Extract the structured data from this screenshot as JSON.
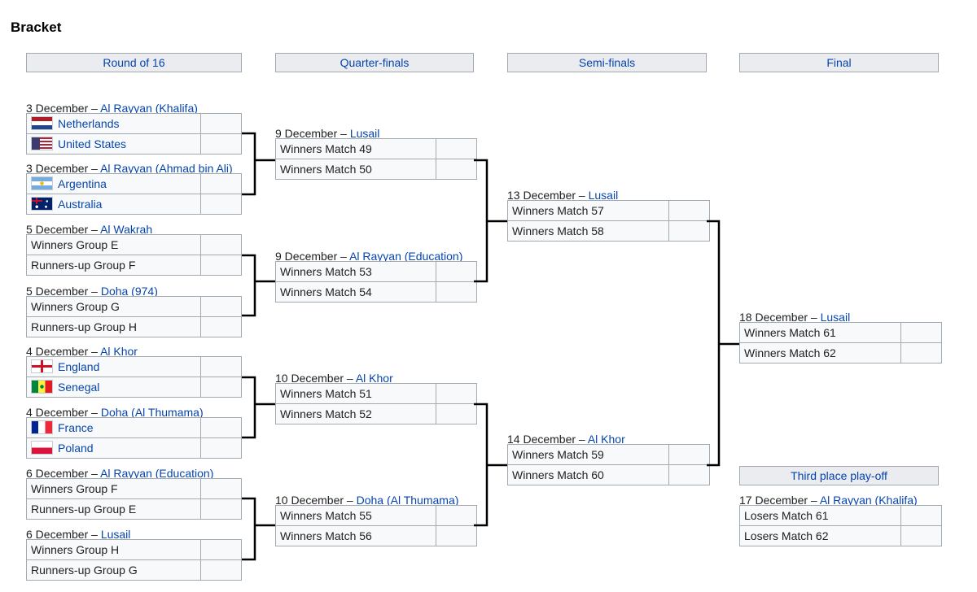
{
  "title": "Bracket",
  "rounds": [
    {
      "label": "Round of 16"
    },
    {
      "label": "Quarter-finals"
    },
    {
      "label": "Semi-finals"
    },
    {
      "label": "Final"
    }
  ],
  "third_place_header": "Third place play-off",
  "matches": [
    {
      "date": "3 December – ",
      "venue": "Al Rayyan (Khalifa)",
      "teams": [
        {
          "name": "Netherlands",
          "flag": "netherlands",
          "link": true
        },
        {
          "name": "United States",
          "flag": "usa",
          "link": true
        }
      ]
    },
    {
      "date": "3 December – ",
      "venue": "Al Rayyan (Ahmad bin Ali)",
      "teams": [
        {
          "name": "Argentina",
          "flag": "argentina",
          "link": true
        },
        {
          "name": "Australia",
          "flag": "australia",
          "link": true
        }
      ]
    },
    {
      "date": "5 December – ",
      "venue": "Al Wakrah",
      "teams": [
        {
          "name": "Winners Group E"
        },
        {
          "name": "Runners-up Group F"
        }
      ]
    },
    {
      "date": "5 December – ",
      "venue": "Doha (974)",
      "teams": [
        {
          "name": "Winners Group G"
        },
        {
          "name": "Runners-up Group H"
        }
      ]
    },
    {
      "date": "4 December – ",
      "venue": "Al Khor",
      "teams": [
        {
          "name": "England",
          "flag": "england",
          "link": true
        },
        {
          "name": "Senegal",
          "flag": "senegal",
          "link": true
        }
      ]
    },
    {
      "date": "4 December – ",
      "venue": "Doha (Al Thumama)",
      "teams": [
        {
          "name": "France",
          "flag": "france",
          "link": true
        },
        {
          "name": "Poland",
          "flag": "poland",
          "link": true
        }
      ]
    },
    {
      "date": "6 December – ",
      "venue": "Al Rayyan (Education)",
      "teams": [
        {
          "name": "Winners Group F"
        },
        {
          "name": "Runners-up Group E"
        }
      ]
    },
    {
      "date": "6 December – ",
      "venue": "Lusail",
      "teams": [
        {
          "name": "Winners Group H"
        },
        {
          "name": "Runners-up Group G"
        }
      ]
    },
    {
      "date": "9 December – ",
      "venue": "Lusail",
      "teams": [
        {
          "name": "Winners Match 49"
        },
        {
          "name": "Winners Match 50"
        }
      ]
    },
    {
      "date": "9 December – ",
      "venue": "Al Rayyan (Education)",
      "teams": [
        {
          "name": "Winners Match 53"
        },
        {
          "name": "Winners Match 54"
        }
      ]
    },
    {
      "date": "10 December – ",
      "venue": "Al Khor",
      "teams": [
        {
          "name": "Winners Match 51"
        },
        {
          "name": "Winners Match 52"
        }
      ]
    },
    {
      "date": "10 December – ",
      "venue": "Doha (Al Thumama)",
      "teams": [
        {
          "name": "Winners Match 55"
        },
        {
          "name": "Winners Match 56"
        }
      ]
    },
    {
      "date": "13 December – ",
      "venue": "Lusail",
      "teams": [
        {
          "name": "Winners Match 57"
        },
        {
          "name": "Winners Match 58"
        }
      ]
    },
    {
      "date": "14 December – ",
      "venue": "Al Khor",
      "teams": [
        {
          "name": "Winners Match 59"
        },
        {
          "name": "Winners Match 60"
        }
      ]
    },
    {
      "date": "18 December – ",
      "venue": "Lusail",
      "teams": [
        {
          "name": "Winners Match 61"
        },
        {
          "name": "Winners Match 62"
        }
      ]
    },
    {
      "date": "17 December – ",
      "venue": "Al Rayyan (Khalifa)",
      "teams": [
        {
          "name": "Losers Match 61"
        },
        {
          "name": "Losers Match 62"
        }
      ]
    }
  ]
}
